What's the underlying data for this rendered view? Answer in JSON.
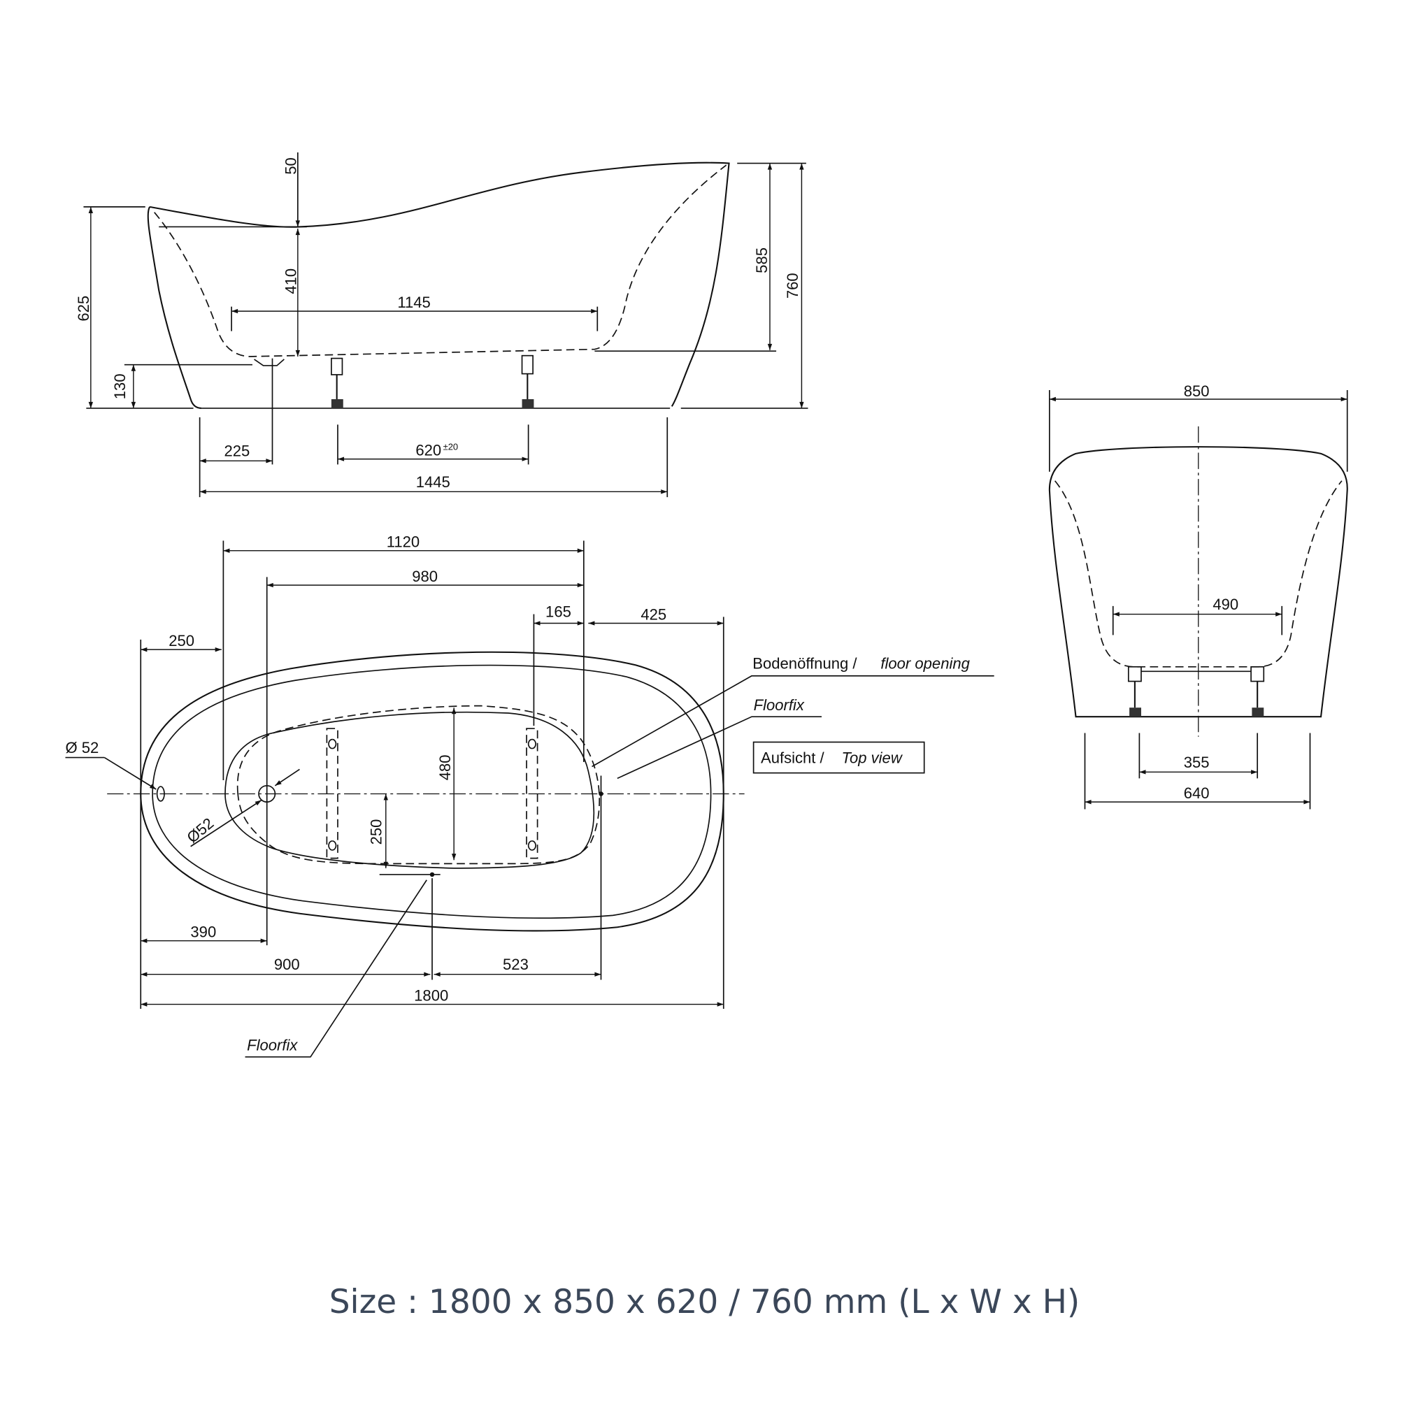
{
  "side_view": {
    "dims": {
      "d50": "50",
      "d410": "410",
      "d625": "625",
      "d130": "130",
      "d1145": "1145",
      "d585": "585",
      "d760": "760",
      "d225": "225",
      "d620": "620",
      "d620_tol": "±20",
      "d1445": "1445"
    }
  },
  "end_view": {
    "dims": {
      "d850": "850",
      "d490": "490",
      "d355": "355",
      "d640": "640"
    }
  },
  "top_view": {
    "dims": {
      "d1120": "1120",
      "d980": "980",
      "d165": "165",
      "d425": "425",
      "d250_top": "250",
      "d390": "390",
      "d900": "900",
      "d523": "523",
      "d1800": "1800",
      "d480": "480",
      "d250_v": "250",
      "dia52_overflow": "Ø 52",
      "dia52_drain": "Ø52"
    },
    "labels": {
      "floor_opening_de": "Bodenöffnung /",
      "floor_opening_en": "floor opening",
      "floorfix_right": "Floorfix",
      "floorfix_bottom": "Floorfix",
      "view_de": "Aufsicht /",
      "view_en": "Top view"
    }
  },
  "caption": "Size : 1800 x 850 x 620 / 760 mm (L x W x H)"
}
